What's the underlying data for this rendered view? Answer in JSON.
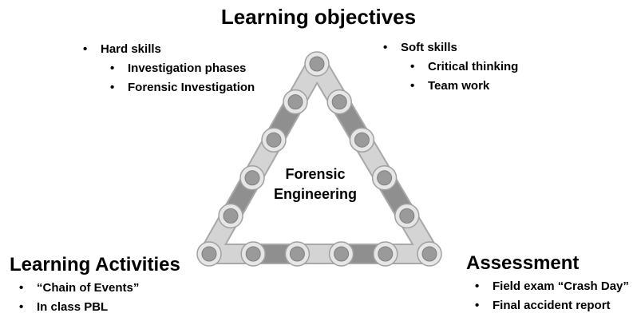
{
  "title": "Learning objectives",
  "objectives": {
    "hard": {
      "label": "Hard skills",
      "items": [
        "Investigation phases",
        "Forensic Investigation"
      ]
    },
    "soft": {
      "label": "Soft skills",
      "items": [
        "Critical thinking",
        "Team work"
      ]
    }
  },
  "center": {
    "line1": "Forensic",
    "line2": "Engineering"
  },
  "activities": {
    "title": "Learning Activities",
    "items": [
      "“Chain of Events”",
      "In class PBL"
    ]
  },
  "assessment": {
    "title": "Assessment",
    "items": [
      "Field exam “Crash Day”",
      "Final accident report"
    ]
  },
  "bullet": "•",
  "colors": {
    "link_light": "#d4d4d4",
    "link_dark": "#8f8f8f",
    "roller": "#bdbdbd",
    "pin": "#9a9a9a"
  }
}
